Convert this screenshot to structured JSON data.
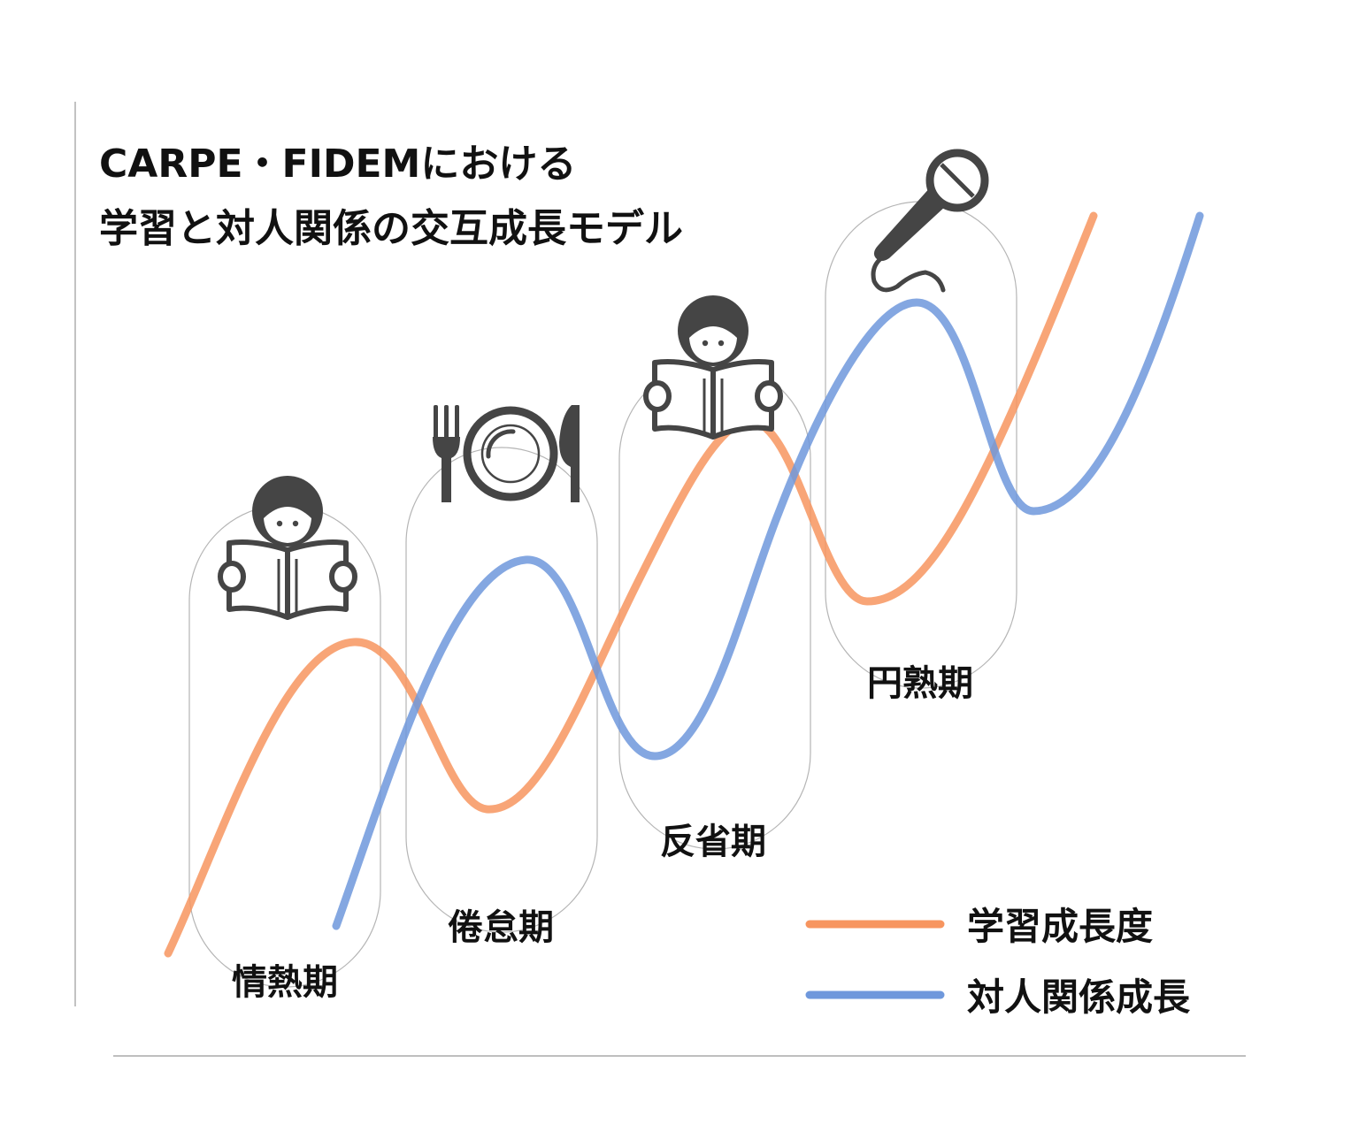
{
  "title": {
    "line1": "CARPE・FIDEMにおける",
    "line2": "学習と対人関係の交互成長モデル"
  },
  "phases": [
    {
      "label": "情熱期",
      "icon": "person-reading-icon"
    },
    {
      "label": "倦怠期",
      "icon": "fork-plate-knife-icon"
    },
    {
      "label": "反省期",
      "icon": "person-reading-icon"
    },
    {
      "label": "円熟期",
      "icon": "microphone-icon"
    }
  ],
  "legend": [
    {
      "label": "学習成長度",
      "color": "#f7955f"
    },
    {
      "label": "対人関係成長",
      "color": "#6f98dc"
    }
  ],
  "colors": {
    "learning": "#f7955f",
    "relationship": "#6f98dc",
    "icon": "#454545",
    "box_stroke": "#b5b5b5"
  }
}
